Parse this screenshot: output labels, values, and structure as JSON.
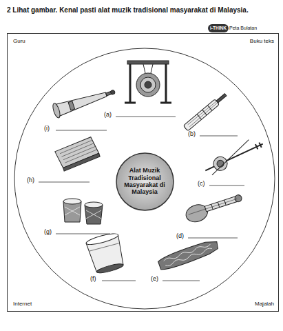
{
  "diagram": {
    "title": "2 Lihat gambar. Kenal pasti alat muzik tradisional masyarakat di Malaysia.",
    "nodes": [
      {
        "text": [
          "Guru",
          "Buku teks",
          "Internet",
          "Majalah"
        ]
      },
      {
        "text": [
          "(a)",
          "(b)",
          "(c)",
          "(d)",
          "(e)",
          "(f)",
          "(g)",
          "(h)",
          "(i)"
        ],
        "in": 0
      },
      {
        "text": [
          "Alat Muzik Tradisional Masyarakat di Malaysia"
        ],
        "in": 1
      }
    ],
    "labels": [
      "i-THINK",
      "Peta Bulatan"
    ]
  }
}
